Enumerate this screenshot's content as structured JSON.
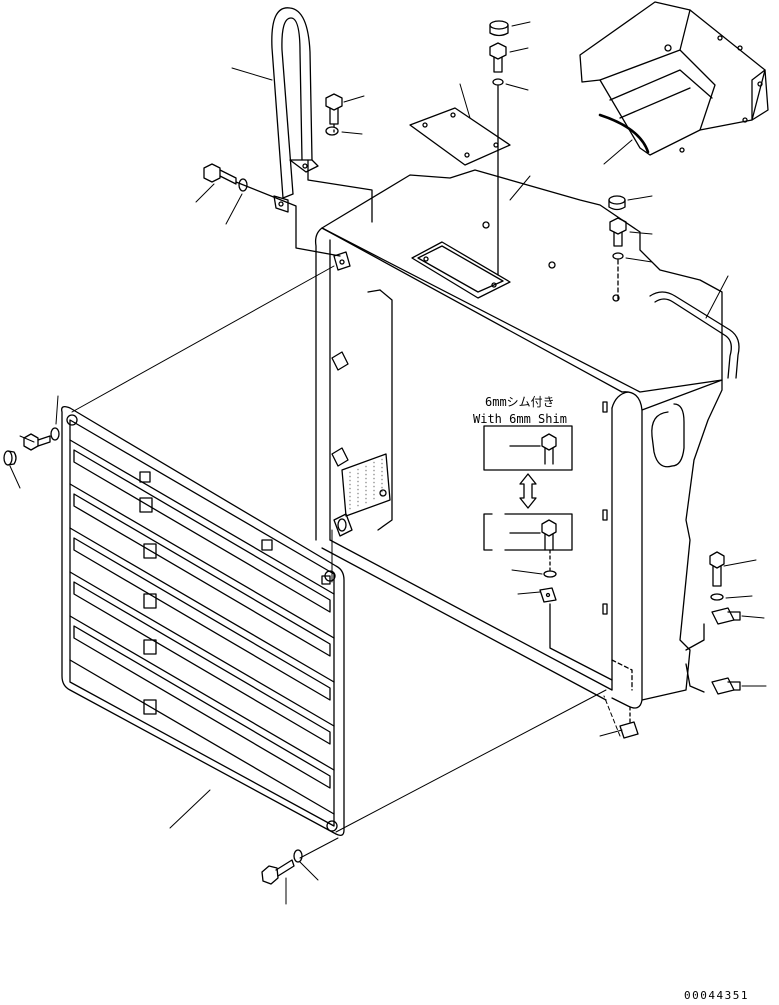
{
  "diagram": {
    "shim_note_jp": "6mmシム付き",
    "shim_note_en": "With 6mm Shim",
    "drawing_number": "00044351"
  },
  "colors": {
    "line": "#000000",
    "background": "#ffffff"
  }
}
